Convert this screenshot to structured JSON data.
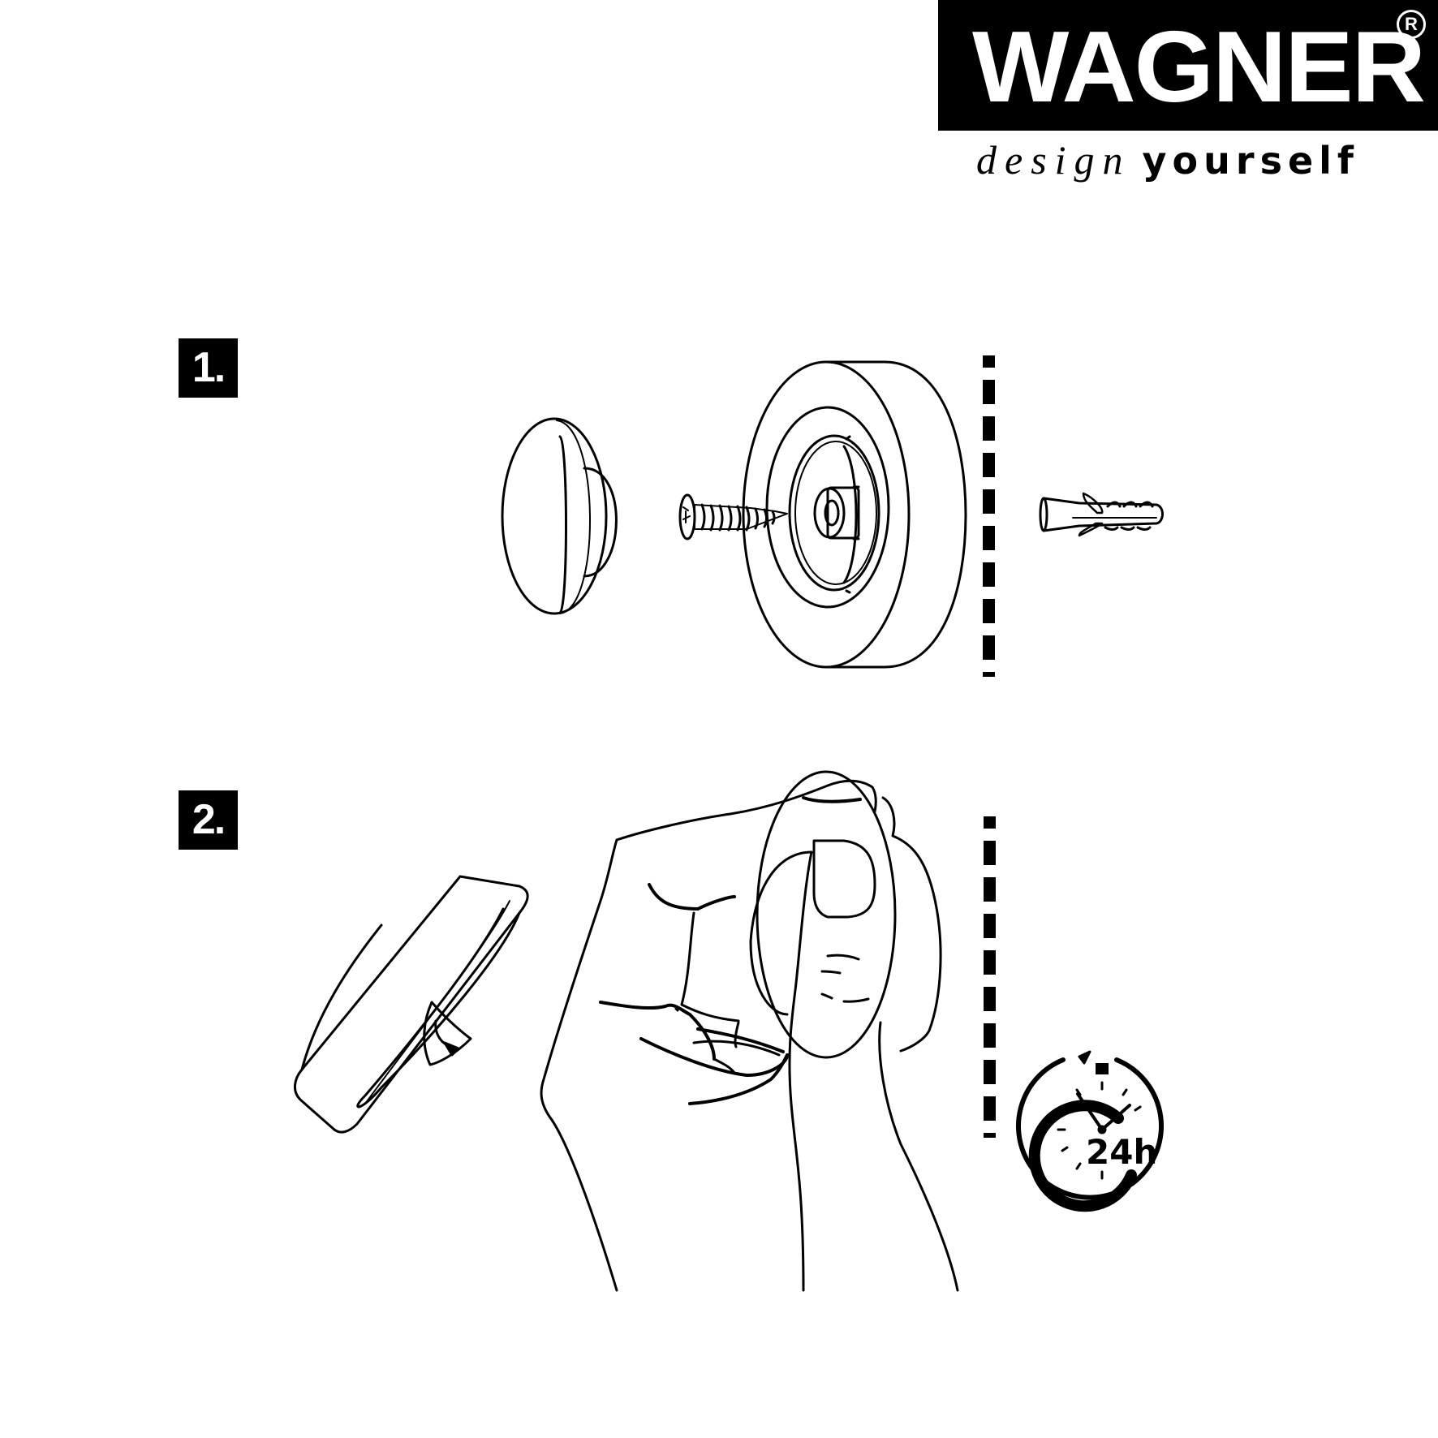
{
  "brand": {
    "name": "WAGNER",
    "registered_mark": "R",
    "tagline_italic": "design",
    "tagline_bold": "yourself",
    "colors": {
      "primary": "#000000",
      "background": "#ffffff"
    }
  },
  "steps": [
    {
      "label": "1.",
      "items": [
        "cover-cap",
        "screw",
        "mounting-base",
        "wall",
        "wall-plug"
      ]
    },
    {
      "label": "2.",
      "items": [
        "adhesive-mount-with-peel-tab",
        "hand-pressing-mount",
        "wall",
        "timer-24h"
      ]
    }
  ],
  "timer": {
    "label": "24h",
    "icon": "stopwatch-icon"
  }
}
